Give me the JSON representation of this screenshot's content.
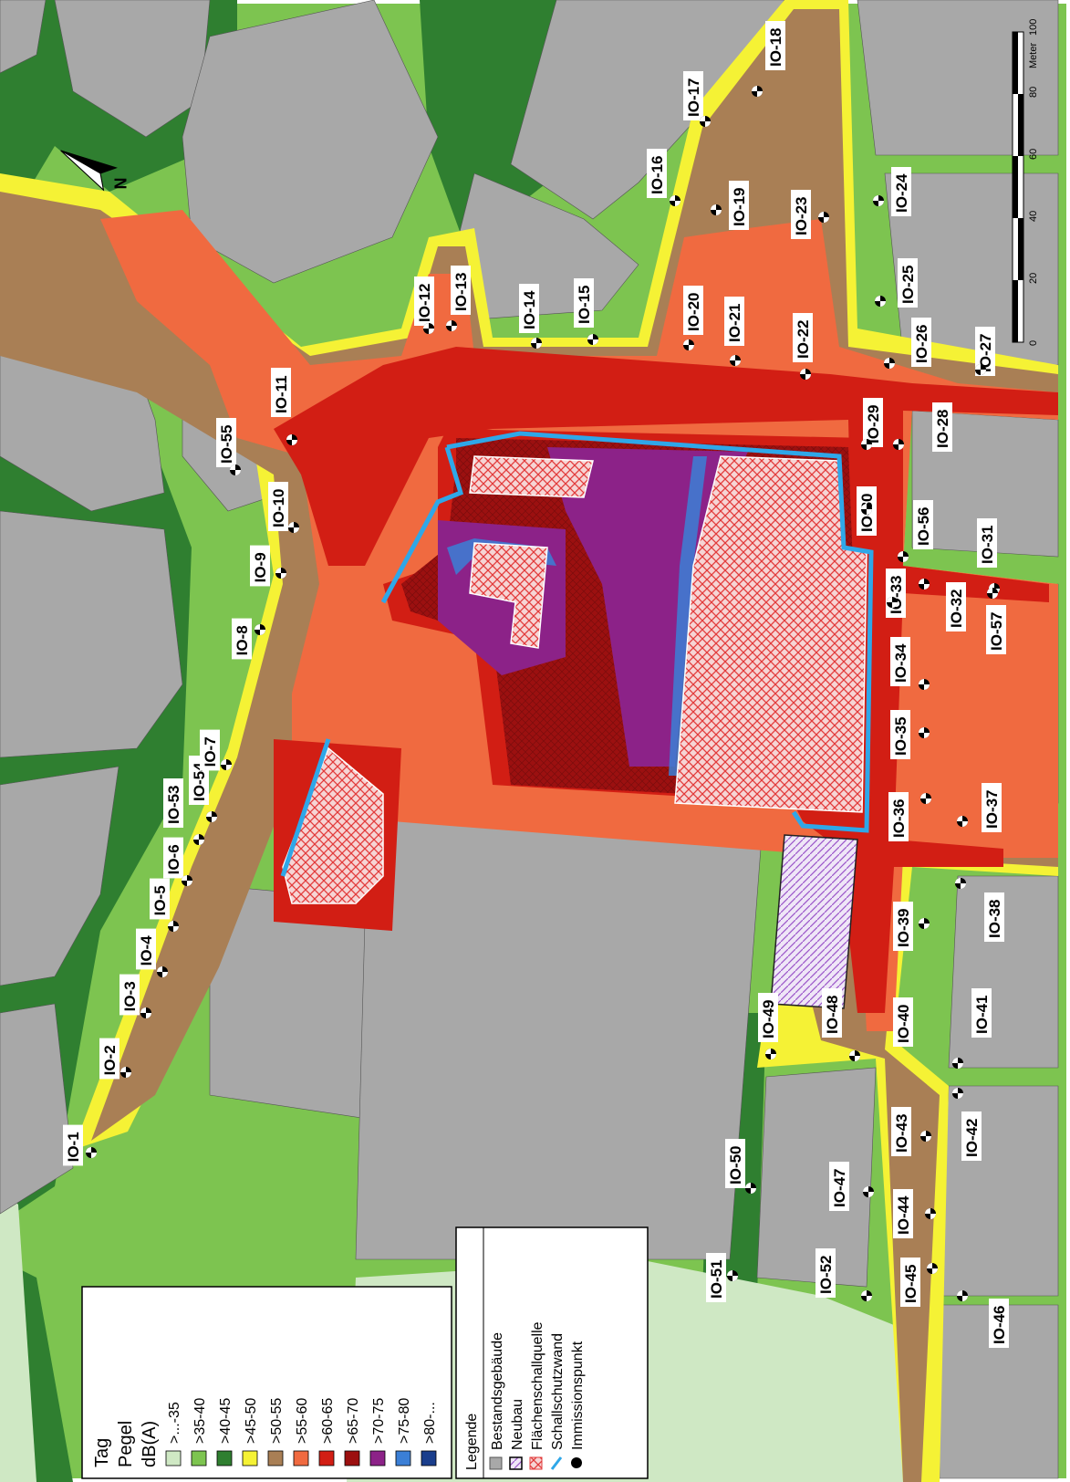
{
  "colors": {
    "lt35": "#cfe8c4",
    "c35_40": "#7dc450",
    "c40_45": "#2f7f30",
    "c45_50": "#f5f235",
    "c50_55": "#a97f55",
    "c55_60": "#f06a40",
    "c60_65": "#d21e14",
    "c65_70": "#9c1010",
    "c70_75": "#8c2288",
    "c75_80": "#3b7fd6",
    "c80": "#1a3e8c",
    "building": "#a8a8a8",
    "wall": "#2fa7e8"
  },
  "immission_points": [
    {
      "label": "IO-1"
    },
    {
      "label": "IO-2"
    },
    {
      "label": "IO-3"
    },
    {
      "label": "IO-4"
    },
    {
      "label": "IO-5"
    },
    {
      "label": "IO-6"
    },
    {
      "label": "IO-53"
    },
    {
      "label": "IO-54"
    },
    {
      "label": "IO-7"
    },
    {
      "label": "IO-8"
    },
    {
      "label": "IO-9"
    },
    {
      "label": "IO-10"
    },
    {
      "label": "IO-55"
    },
    {
      "label": "IO-11"
    },
    {
      "label": "IO-12"
    },
    {
      "label": "IO-13"
    },
    {
      "label": "IO-14"
    },
    {
      "label": "IO-15"
    },
    {
      "label": "IO-16"
    },
    {
      "label": "IO-17"
    },
    {
      "label": "IO-18"
    },
    {
      "label": "IO-19"
    },
    {
      "label": "IO-20"
    },
    {
      "label": "IO-21"
    },
    {
      "label": "IO-22"
    },
    {
      "label": "IO-23"
    },
    {
      "label": "IO-24"
    },
    {
      "label": "IO-25"
    },
    {
      "label": "IO-26"
    },
    {
      "label": "IO-27"
    },
    {
      "label": "IO-28"
    },
    {
      "label": "IO-29"
    },
    {
      "label": "IO-30"
    },
    {
      "label": "IO-56"
    },
    {
      "label": "IO-31"
    },
    {
      "label": "IO-32"
    },
    {
      "label": "IO-57"
    },
    {
      "label": "IO-33"
    },
    {
      "label": "IO-34"
    },
    {
      "label": "IO-35"
    },
    {
      "label": "IO-36"
    },
    {
      "label": "IO-37"
    },
    {
      "label": "IO-38"
    },
    {
      "label": "IO-39"
    },
    {
      "label": "IO-40"
    },
    {
      "label": "IO-41"
    },
    {
      "label": "IO-42"
    },
    {
      "label": "IO-43"
    },
    {
      "label": "IO-44"
    },
    {
      "label": "IO-45"
    },
    {
      "label": "IO-46"
    },
    {
      "label": "IO-47"
    },
    {
      "label": "IO-48"
    },
    {
      "label": "IO-49"
    },
    {
      "label": "IO-50"
    },
    {
      "label": "IO-51"
    },
    {
      "label": "IO-52"
    }
  ],
  "level_legend": {
    "title": "Tag",
    "subtitle": "Pegel",
    "unit": "dB(A)",
    "entries": [
      {
        "label": ">...-35",
        "color": "#cfe8c4"
      },
      {
        "label": ">35-40",
        "color": "#7dc450"
      },
      {
        "label": ">40-45",
        "color": "#2f7f30"
      },
      {
        "label": ">45-50",
        "color": "#f5f235"
      },
      {
        "label": ">50-55",
        "color": "#a97f55"
      },
      {
        "label": ">55-60",
        "color": "#f06a40"
      },
      {
        "label": ">60-65",
        "color": "#d21e14"
      },
      {
        "label": ">65-70",
        "color": "#9c1010"
      },
      {
        "label": ">70-75",
        "color": "#8c2288"
      },
      {
        "label": ">75-80",
        "color": "#3b7fd6"
      },
      {
        "label": ">80-...",
        "color": "#1a3e8c"
      }
    ]
  },
  "symbol_legend": {
    "title": "Legende",
    "entries": [
      {
        "label": "Bestandsgebäude",
        "icon": "grey-square-icon"
      },
      {
        "label": "Neubau",
        "icon": "hatched-outline-square-icon"
      },
      {
        "label": "Flächenschallquelle",
        "icon": "red-crosshatch-square-icon"
      },
      {
        "label": "Schallschutzwand",
        "icon": "blue-line-icon"
      },
      {
        "label": "Immissionspunkt",
        "icon": "black-white-dot-icon"
      }
    ]
  },
  "scale_bar": {
    "unit": "Meter",
    "ticks": [
      "0",
      "20",
      "40",
      "60",
      "80",
      "100"
    ]
  },
  "north_arrow": {
    "label": "N"
  }
}
